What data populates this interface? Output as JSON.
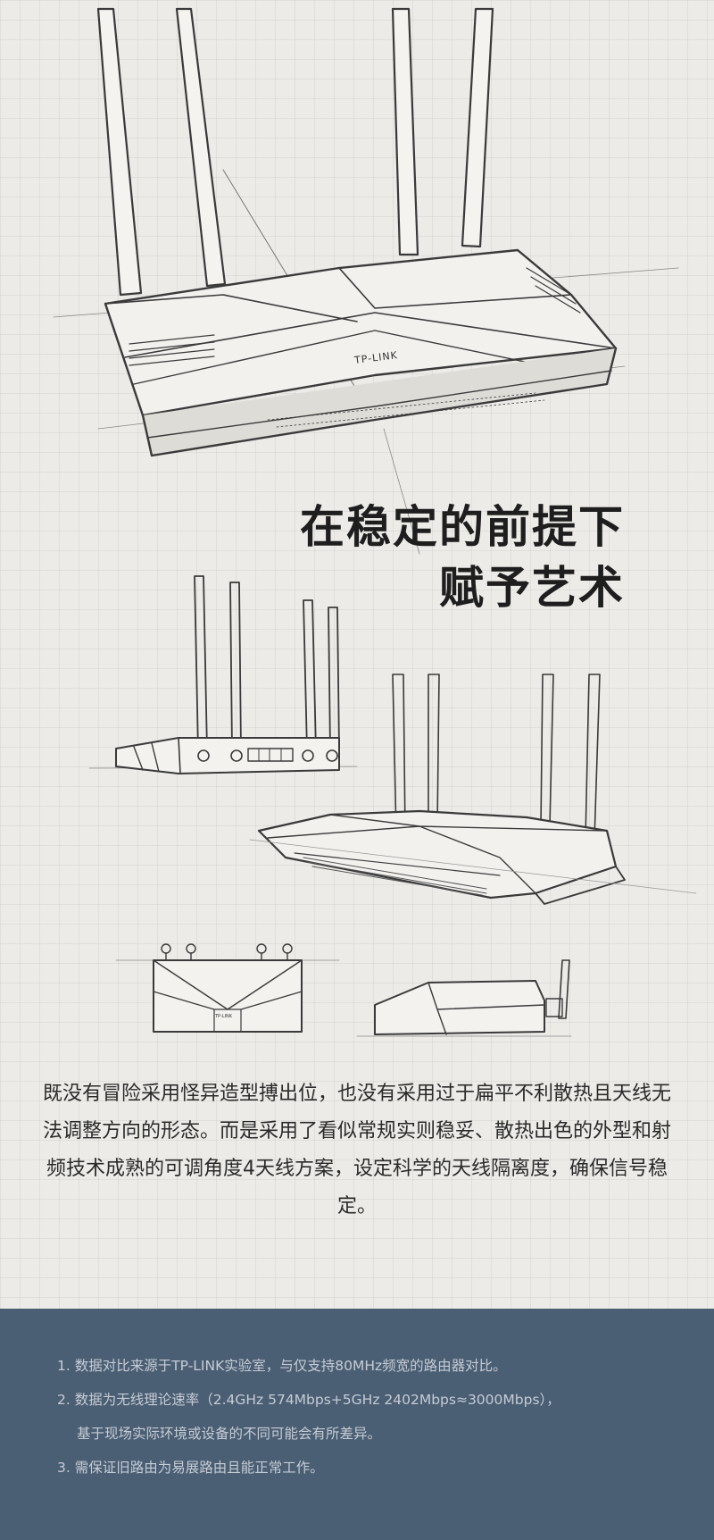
{
  "headline": {
    "line1": "在稳定的前提下",
    "line2": "赋予艺术"
  },
  "hero_logo": "TP-LINK",
  "small_logo": "TP-LINK",
  "body_text": "既没有冒险采用怪异造型搏出位，也没有采用过于扁平不利散热且天线无法调整方向的形态。而是采用了看似常规实则稳妥、散热出色的外型和射频技术成熟的可调角度4天线方案，设定科学的天线隔离度，确保信号稳定。",
  "footnotes": {
    "note1": "1. 数据对比来源于TP-LINK实验室，与仅支持80MHz频宽的路由器对比。",
    "note2a": "2. 数据为无线理论速率（2.4GHz 574Mbps+5GHz 2402Mbps≈3000Mbps），",
    "note2b": "基于现场实际环境或设备的不同可能会有所差异。",
    "note3": "3. 需保证旧路由为易展路由且能正常工作。"
  },
  "colors": {
    "footer_bg": "#4a5e74",
    "paper_bg": "#ecebe7",
    "text": "#1e1e1e"
  }
}
